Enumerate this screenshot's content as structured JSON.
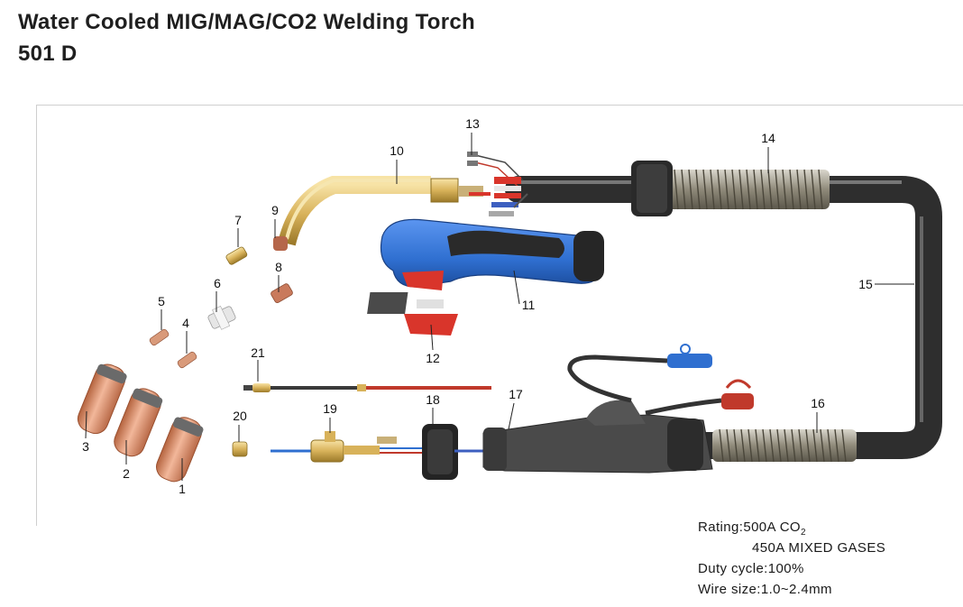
{
  "header": {
    "title": "Water Cooled MIG/MAG/CO2 Welding Torch",
    "model": "501  D"
  },
  "parts": {
    "p1": "1",
    "p2": "2",
    "p3": "3",
    "p4": "4",
    "p5": "5",
    "p6": "6",
    "p7": "7",
    "p8": "8",
    "p9": "9",
    "p10": "10",
    "p11": "11",
    "p12": "12",
    "p13": "13",
    "p14": "14",
    "p15": "15",
    "p16": "16",
    "p17": "17",
    "p18": "18",
    "p19": "19",
    "p20": "20",
    "p21": "21"
  },
  "specs": {
    "rating_prefix": "Rating:500A CO",
    "rating_sub": "2",
    "rating_line2": "450A MIXED GASES",
    "duty_cycle": "Duty cycle:100%",
    "wire_size": "Wire size:1.0~2.4mm"
  },
  "colors": {
    "handle_blue": "#2f6fd0",
    "trigger_red": "#d9352b",
    "copper": "#d88a6a",
    "brass": "#d8b25a",
    "cable": "#4a4a4a"
  }
}
